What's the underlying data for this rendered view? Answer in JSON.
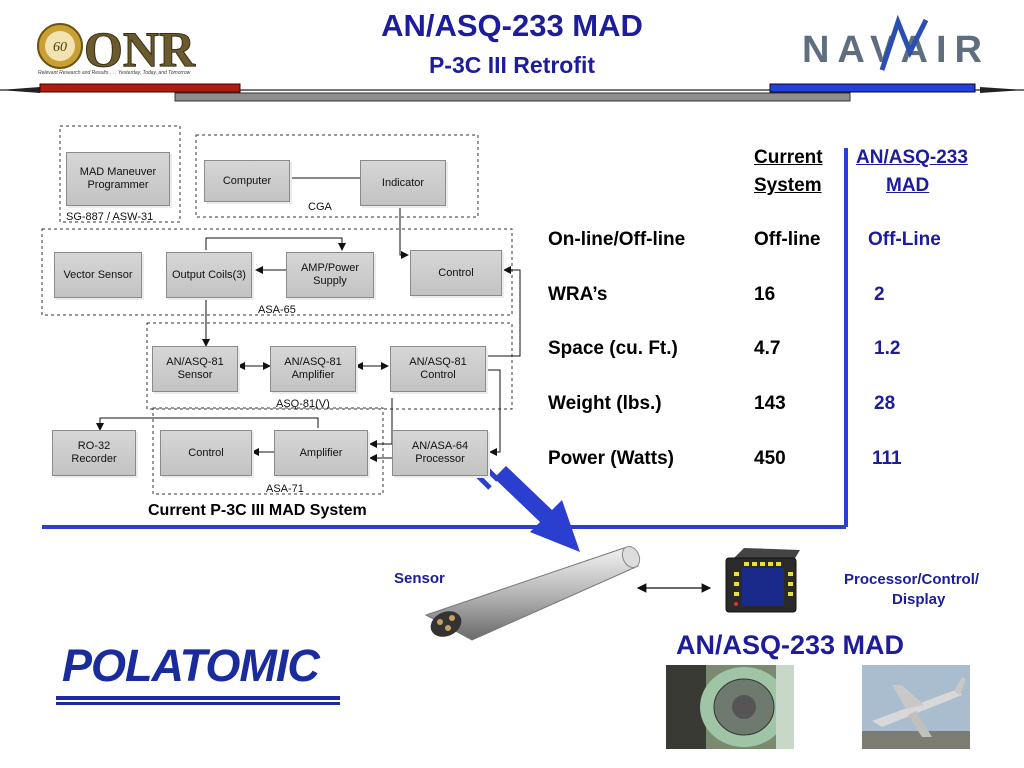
{
  "header": {
    "title": "AN/ASQ-233 MAD",
    "subtitle": "P-3C III Retrofit",
    "onr_logo_text": "ONR",
    "onr_badge_text": "60",
    "onr_tagline": "Relevant Research and Results . . . Yesterday, Today, and Tomorrow",
    "navair_logo_text": "NAVAIR"
  },
  "diagram": {
    "blocks": {
      "mad_programmer": "MAD Maneuver Programmer",
      "computer": "Computer",
      "indicator": "Indicator",
      "vector_sensor": "Vector Sensor",
      "output_coils": "Output Coils(3)",
      "amp_power": "AMP/Power Supply",
      "control_asa65": "Control",
      "asq81_sensor": "AN/ASQ-81 Sensor",
      "asq81_amplifier": "AN/ASQ-81 Amplifier",
      "asq81_control": "AN/ASQ-81 Control",
      "ro32": "RO-32 Recorder",
      "control_asa71": "Control",
      "amplifier": "Amplifier",
      "asa64": "AN/ASA-64 Processor"
    },
    "groups": {
      "sg887": "SG-887 / ASW-31",
      "cga": "CGA",
      "asa65": "ASA-65",
      "asq81v": "ASQ-81(V)",
      "asa71": "ASA-71"
    },
    "caption": "Current P-3C III MAD System"
  },
  "comparison": {
    "header_current": [
      "Current",
      "System"
    ],
    "header_new": [
      "AN/ASQ-233",
      "MAD"
    ],
    "rows": [
      {
        "label": "On-line/Off-line",
        "current": "Off-line",
        "new": "Off-Line"
      },
      {
        "label": "WRA’s",
        "current": "16",
        "new": "2"
      },
      {
        "label": "Space (cu. Ft.)",
        "current": "4.7",
        "new": "1.2"
      },
      {
        "label": "Weight (lbs.)",
        "current": "143",
        "new": "28"
      },
      {
        "label": "Power (Watts)",
        "current": "450",
        "new": "111"
      }
    ]
  },
  "lower": {
    "sensor_label": "Sensor",
    "processor_label": [
      "Processor/Control/",
      "Display"
    ],
    "system_name": "AN/ASQ-233 MAD",
    "polatomic_logo": "POLATOMIC"
  },
  "colors": {
    "title_blue": "#1c1c9c",
    "accent_blue": "#2a3fd0",
    "header_red": "#b01c10",
    "header_blue": "#2040e0"
  }
}
